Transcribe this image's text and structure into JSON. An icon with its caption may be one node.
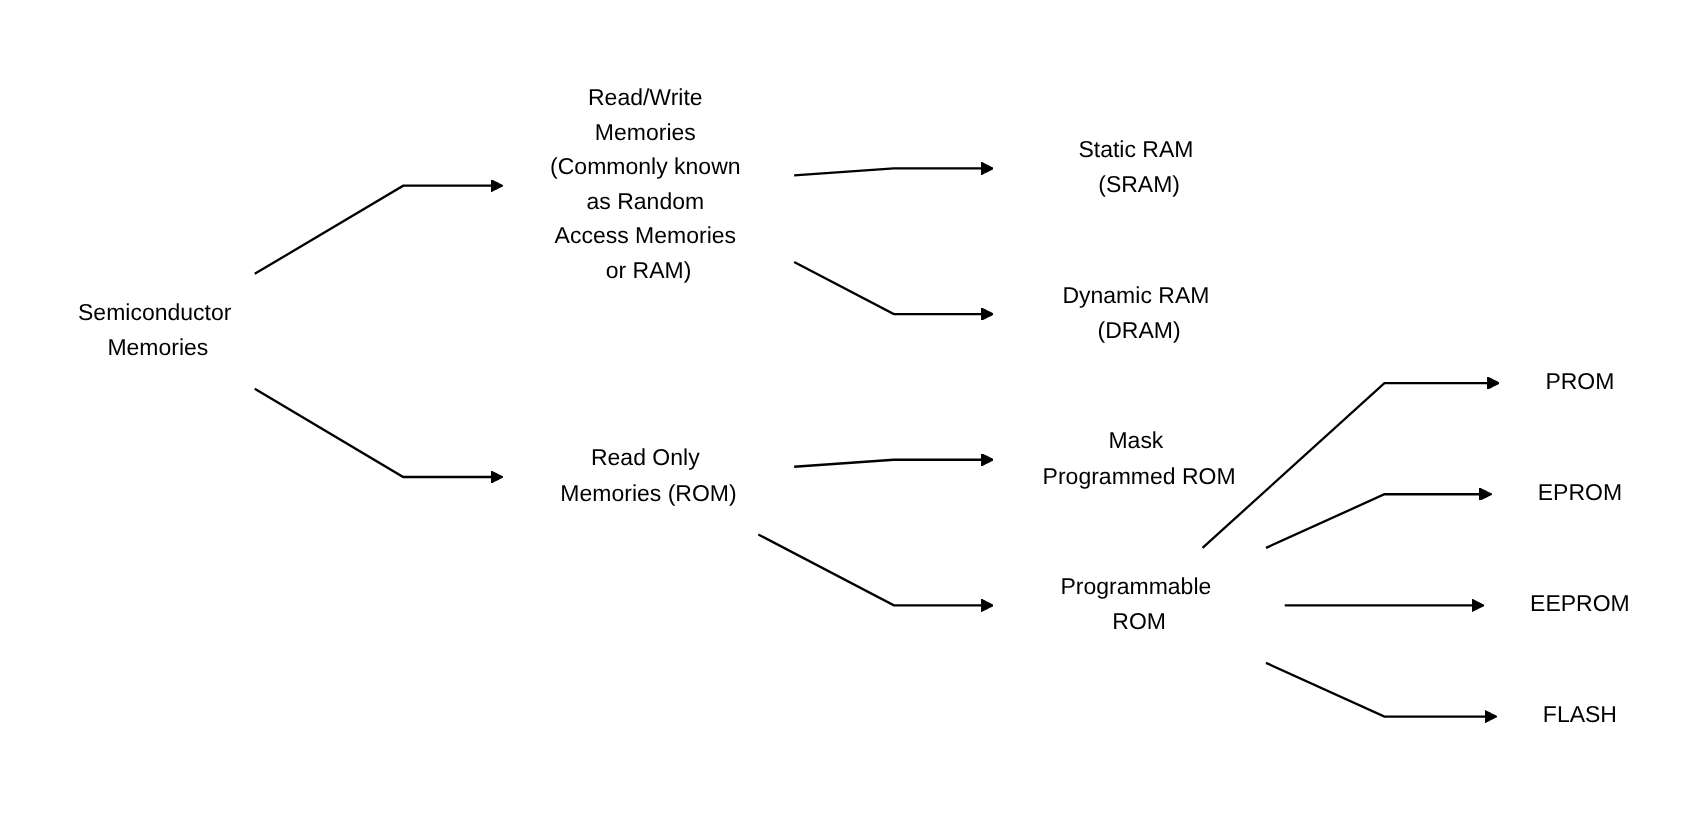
{
  "diagram": {
    "nodes": [
      {
        "text": [
          "Semiconductor Memories"
        ]
      },
      {
        "text": [
          "Read/Write Memories (Commonly known as Random Access Memories or RAM)"
        ]
      },
      {
        "text": [
          "Static RAM (SRAM)"
        ]
      },
      {
        "text": [
          "Dynamic RAM (DRAM)"
        ]
      },
      {
        "text": [
          "Read Only Memories (ROM)"
        ]
      },
      {
        "text": [
          "Mask Programmed ROM"
        ]
      },
      {
        "text": [
          "Programmable ROM"
        ]
      },
      {
        "text": [
          "PROM"
        ]
      },
      {
        "text": [
          "EPROM"
        ]
      },
      {
        "text": [
          "EEPROM"
        ]
      },
      {
        "text": [
          "FLASH"
        ]
      }
    ],
    "edges": [
      {
        "from": 0,
        "to": 1,
        "arrow": "to"
      },
      {
        "from": 0,
        "to": 4,
        "arrow": "to"
      },
      {
        "from": 1,
        "to": 2,
        "arrow": "to"
      },
      {
        "from": 1,
        "to": 3,
        "arrow": "to"
      },
      {
        "from": 4,
        "to": 5,
        "arrow": "to"
      },
      {
        "from": 4,
        "to": 6,
        "arrow": "to"
      },
      {
        "from": 6,
        "to": 7,
        "arrow": "to"
      },
      {
        "from": 6,
        "to": 8,
        "arrow": "to"
      },
      {
        "from": 6,
        "to": 9,
        "arrow": "to"
      },
      {
        "from": 6,
        "to": 10,
        "arrow": "to"
      }
    ]
  }
}
